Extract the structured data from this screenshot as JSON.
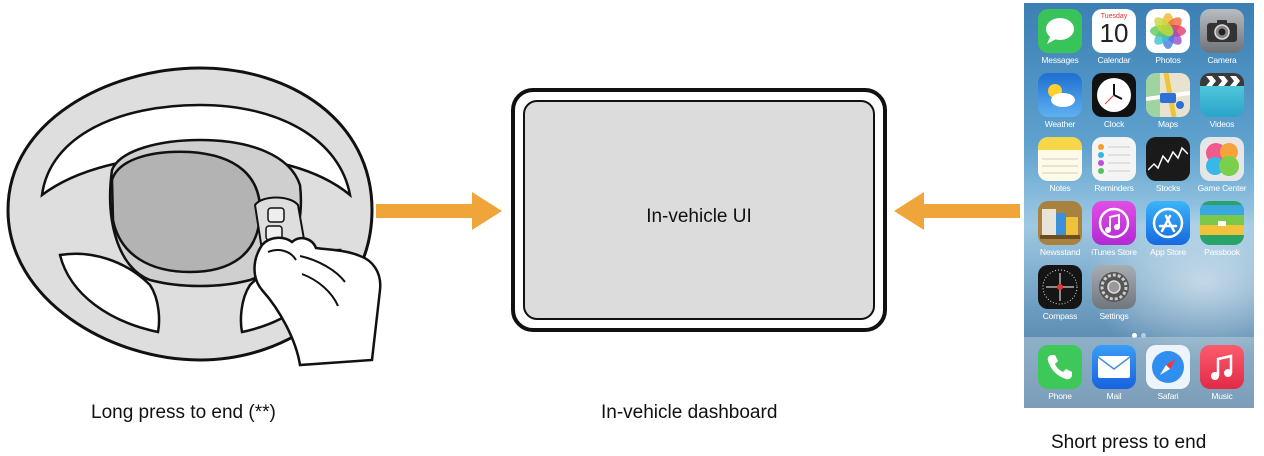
{
  "steering": {
    "caption": "Long press to end (**)"
  },
  "dashboard": {
    "screen_label": "In-vehicle UI",
    "caption": "In-vehicle dashboard"
  },
  "phone": {
    "caption": "Short press to end",
    "calendar": {
      "weekday": "Tuesday",
      "day": "10"
    },
    "apps": [
      {
        "label": "Messages",
        "icon": "messages-icon",
        "color": "#38c45a"
      },
      {
        "label": "Calendar",
        "icon": "calendar-icon",
        "color": "#ffffff"
      },
      {
        "label": "Photos",
        "icon": "photos-icon",
        "color": "#ffffff"
      },
      {
        "label": "Camera",
        "icon": "camera-icon",
        "color": "#8a8d91"
      },
      {
        "label": "Weather",
        "icon": "weather-icon",
        "color": "#2d8ce6"
      },
      {
        "label": "Clock",
        "icon": "clock-icon",
        "color": "#111111"
      },
      {
        "label": "Maps",
        "icon": "maps-icon",
        "color": "#e8e3cf"
      },
      {
        "label": "Videos",
        "icon": "videos-icon",
        "color": "#4fc6d9"
      },
      {
        "label": "Notes",
        "icon": "notes-icon",
        "color": "#f7d64a"
      },
      {
        "label": "Reminders",
        "icon": "reminders-icon",
        "color": "#f4f4f4"
      },
      {
        "label": "Stocks",
        "icon": "stocks-icon",
        "color": "#1a1a1a"
      },
      {
        "label": "Game Center",
        "icon": "game-center-icon",
        "color": "#e6e6e6"
      },
      {
        "label": "Newsstand",
        "icon": "newsstand-icon",
        "color": "#a9823f"
      },
      {
        "label": "iTunes Store",
        "icon": "itunes-store-icon",
        "color": "#d13ad8"
      },
      {
        "label": "App Store",
        "icon": "app-store-icon",
        "color": "#1f8cf0"
      },
      {
        "label": "Passbook",
        "icon": "passbook-icon",
        "color": "#2aa36a"
      },
      {
        "label": "Compass",
        "icon": "compass-icon",
        "color": "#151515"
      },
      {
        "label": "Settings",
        "icon": "settings-icon",
        "color": "#8f9499"
      }
    ],
    "dock": [
      {
        "label": "Phone",
        "icon": "phone-icon",
        "color": "#3ec85a"
      },
      {
        "label": "Mail",
        "icon": "mail-icon",
        "color": "#2a7ff0"
      },
      {
        "label": "Safari",
        "icon": "safari-icon",
        "color": "#eef4fb"
      },
      {
        "label": "Music",
        "icon": "music-icon",
        "color": "#f23a53"
      }
    ]
  },
  "colors": {
    "arrow": "#f0a53a",
    "dashboard_fill": "#dcdcdc",
    "wheel_fill": "#dedede"
  }
}
